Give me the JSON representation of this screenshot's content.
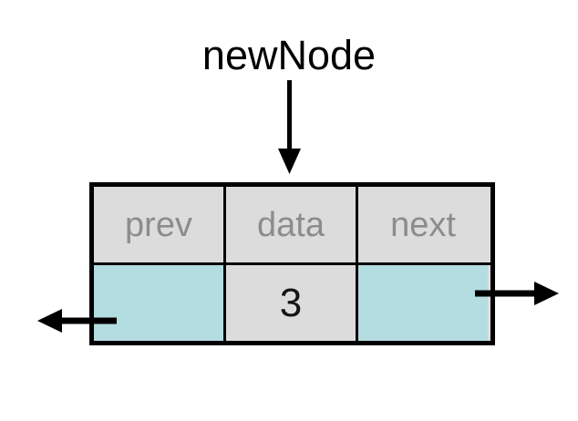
{
  "diagram": {
    "title": "newNode",
    "type": "doubly-linked-list-node",
    "pointer_label": {
      "text": "newNode",
      "target": "node-box",
      "arrow": "down-arrow"
    },
    "node": {
      "columns": [
        {
          "key": "prev",
          "header": "prev",
          "value": "",
          "fill": "#b4dde1",
          "kind": "pointer"
        },
        {
          "key": "data",
          "header": "data",
          "value": "3",
          "fill": "#dcdcdc",
          "kind": "value"
        },
        {
          "key": "next",
          "header": "next",
          "value": "",
          "fill": "#b4dde1",
          "kind": "pointer"
        }
      ],
      "border_color": "#000000",
      "header_fill": "#dcdcdc",
      "header_text_color": "#8c8c8c",
      "value_text_color": "#161616"
    },
    "arrows": [
      {
        "name": "newnode-pointer-arrow",
        "direction": "down",
        "from": "newNode label",
        "to": "node box top"
      },
      {
        "name": "prev-pointer-arrow",
        "direction": "left",
        "from": "prev cell",
        "to": "previous node"
      },
      {
        "name": "next-pointer-arrow",
        "direction": "right",
        "from": "next cell",
        "to": "next node"
      }
    ],
    "colors": {
      "background": "#ffffff",
      "stroke": "#000000",
      "pointer_cell": "#b4dde1",
      "header_cell": "#dcdcdc",
      "header_label": "#8c8c8c"
    }
  }
}
